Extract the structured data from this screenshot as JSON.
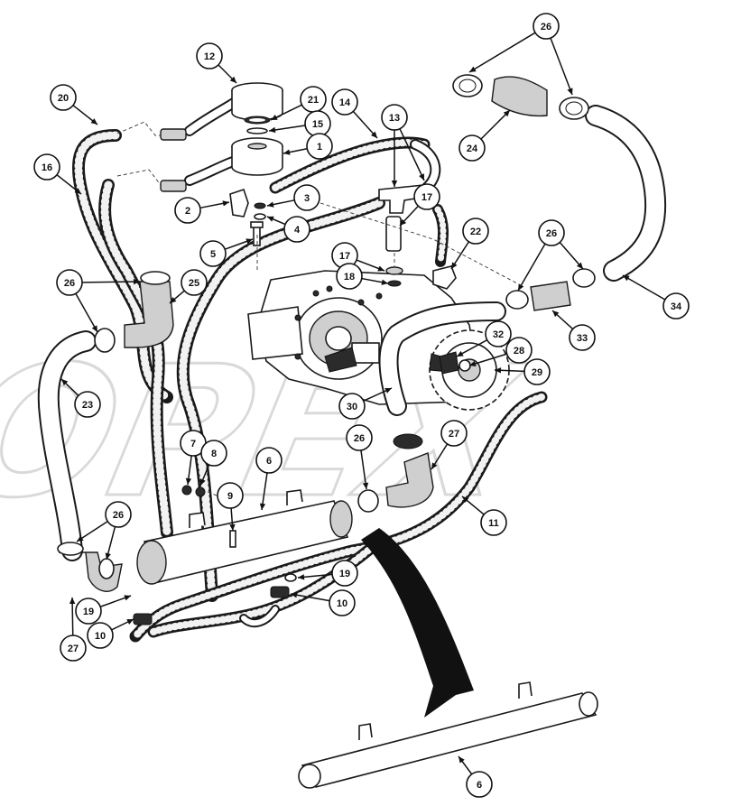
{
  "watermark": "OPEX",
  "callouts": [
    {
      "id": "c12",
      "label": "12"
    },
    {
      "id": "c20",
      "label": "20"
    },
    {
      "id": "c21",
      "label": "21"
    },
    {
      "id": "c14",
      "label": "14"
    },
    {
      "id": "c13",
      "label": "13"
    },
    {
      "id": "c15",
      "label": "15"
    },
    {
      "id": "c1",
      "label": "1"
    },
    {
      "id": "c16",
      "label": "16"
    },
    {
      "id": "c3",
      "label": "3"
    },
    {
      "id": "c2",
      "label": "2"
    },
    {
      "id": "c4",
      "label": "4"
    },
    {
      "id": "c17a",
      "label": "17"
    },
    {
      "id": "c5",
      "label": "5"
    },
    {
      "id": "c17b",
      "label": "17"
    },
    {
      "id": "c22",
      "label": "22"
    },
    {
      "id": "c18",
      "label": "18"
    },
    {
      "id": "c26a",
      "label": "26"
    },
    {
      "id": "c25",
      "label": "25"
    },
    {
      "id": "c26b",
      "label": "26"
    },
    {
      "id": "c24",
      "label": "24"
    },
    {
      "id": "c26c",
      "label": "26"
    },
    {
      "id": "c34",
      "label": "34"
    },
    {
      "id": "c33",
      "label": "33"
    },
    {
      "id": "c32",
      "label": "32"
    },
    {
      "id": "c28",
      "label": "28"
    },
    {
      "id": "c29",
      "label": "29"
    },
    {
      "id": "c23",
      "label": "23"
    },
    {
      "id": "c30",
      "label": "30"
    },
    {
      "id": "c7",
      "label": "7"
    },
    {
      "id": "c8",
      "label": "8"
    },
    {
      "id": "c6a",
      "label": "6"
    },
    {
      "id": "c26d",
      "label": "26"
    },
    {
      "id": "c27a",
      "label": "27"
    },
    {
      "id": "c9",
      "label": "9"
    },
    {
      "id": "c11",
      "label": "11"
    },
    {
      "id": "c26e",
      "label": "26"
    },
    {
      "id": "c19a",
      "label": "19"
    },
    {
      "id": "c10a",
      "label": "10"
    },
    {
      "id": "c19b",
      "label": "19"
    },
    {
      "id": "c10b",
      "label": "10"
    },
    {
      "id": "c27b",
      "label": "27"
    },
    {
      "id": "c6b",
      "label": "6"
    }
  ]
}
